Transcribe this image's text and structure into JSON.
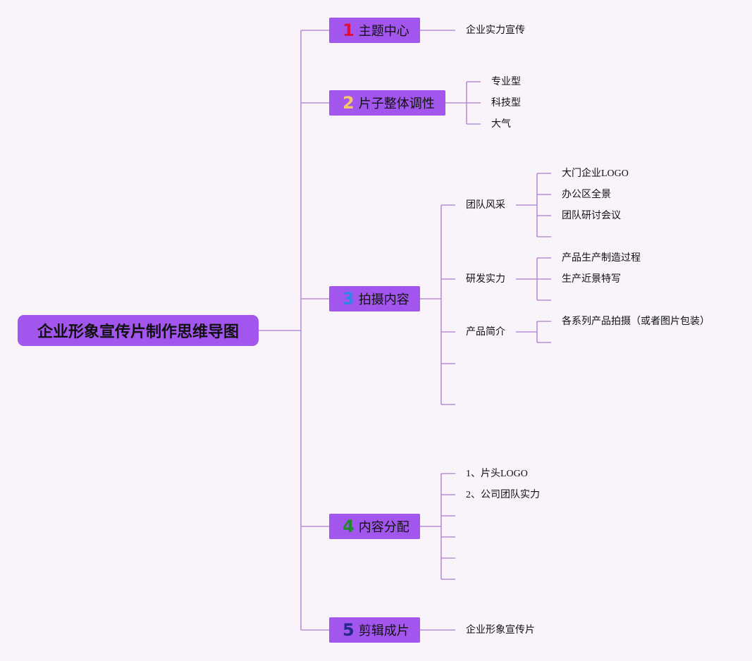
{
  "root": {
    "label": "企业形象宣传片制作思维导图"
  },
  "branches": [
    {
      "num": "1",
      "num_color": "#e0103c",
      "label": "主题中心"
    },
    {
      "num": "2",
      "num_color": "#f5c76a",
      "label": "片子整体调性"
    },
    {
      "num": "3",
      "num_color": "#2f86e8",
      "label": "拍摄内容"
    },
    {
      "num": "4",
      "num_color": "#1f8a2a",
      "label": "内容分配"
    },
    {
      "num": "5",
      "num_color": "#232a8c",
      "label": "剪辑成片"
    }
  ],
  "b1": {
    "items": [
      "企业实力宣传"
    ]
  },
  "b2": {
    "items": [
      "专业型",
      "科技型",
      "大气"
    ]
  },
  "b3": {
    "groups": [
      {
        "label": "团队风采",
        "items": [
          "大门企业LOGO",
          "办公区全景",
          "团队研讨会议"
        ]
      },
      {
        "label": "研发实力",
        "items": [
          "产品生产制造过程",
          "生产近景特写"
        ]
      },
      {
        "label": "产品简介",
        "items": [
          "各系列产品拍摄（或者图片包装）"
        ]
      }
    ]
  },
  "b4": {
    "items": [
      "1、片头LOGO",
      "2、公司团队实力"
    ]
  },
  "b5": {
    "items": [
      "企业形象宣传片"
    ]
  },
  "colors": {
    "node": "#a356ee",
    "line": "#b98ed8",
    "background": "#f8f4fa"
  }
}
